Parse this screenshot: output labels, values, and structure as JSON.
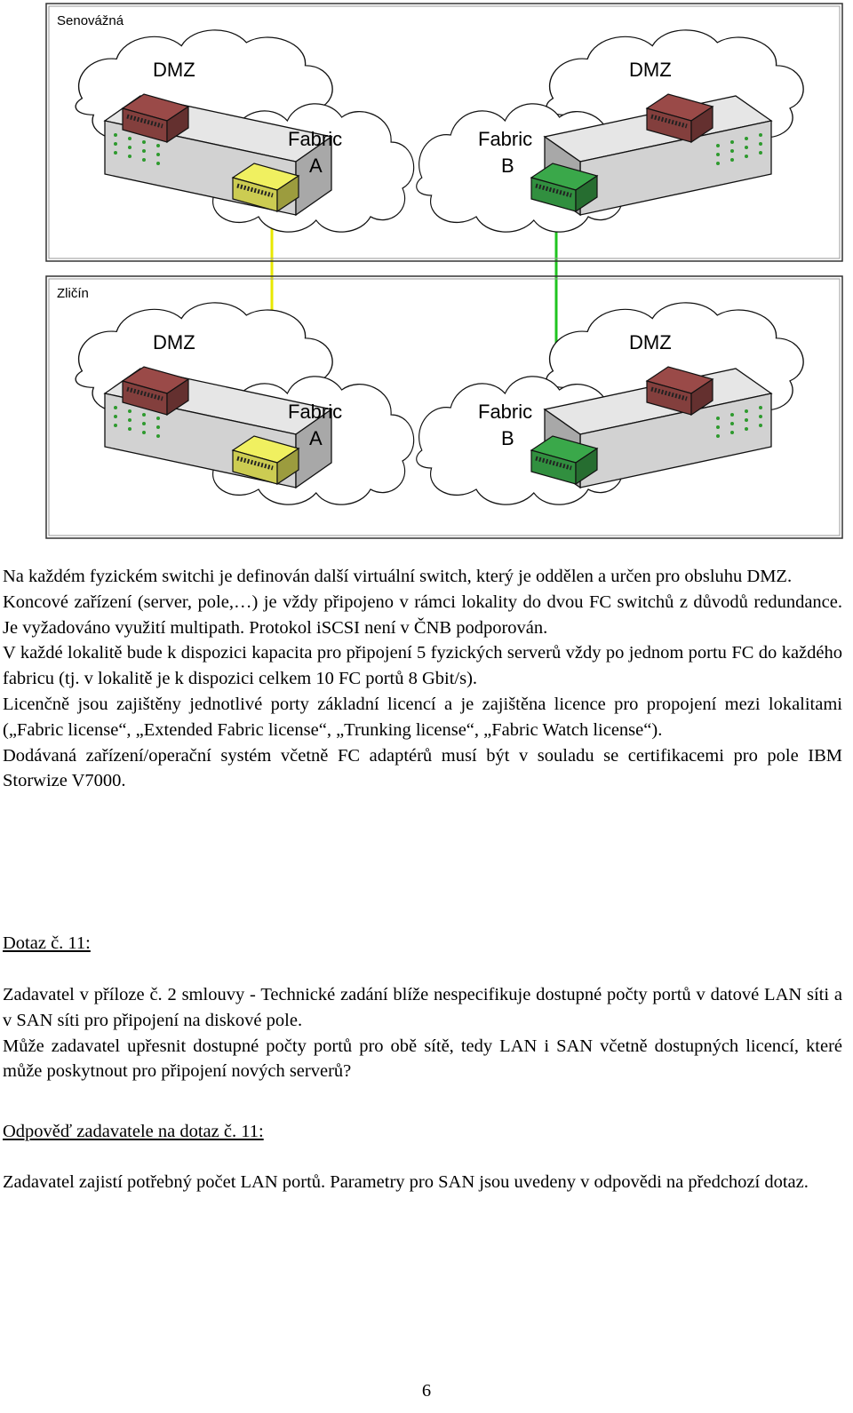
{
  "diagram": {
    "sites": [
      {
        "name": "Senovážná",
        "dmz_left": "DMZ",
        "dmz_right": "DMZ",
        "fabric_a": [
          "Fabric",
          "A"
        ],
        "fabric_b": [
          "Fabric",
          "B"
        ]
      },
      {
        "name": "Zličín",
        "dmz_left": "DMZ",
        "dmz_right": "DMZ",
        "fabric_a": [
          "Fabric",
          "A"
        ],
        "fabric_b": [
          "Fabric",
          "B"
        ]
      }
    ],
    "colors": {
      "fabric_a_switch": "#f0f060",
      "fabric_b_switch": "#3aa84a",
      "dmz_switch": "#9a4a48",
      "fabric_a_link": "#e8e800",
      "fabric_b_link": "#1fc41f"
    }
  },
  "document": {
    "spec_paragraphs": [
      "Na každém fyzickém switchi je definován další virtuální switch, který je oddělen a určen pro obsluhu DMZ.",
      "Koncové zařízení (server, pole,…) je vždy připojeno v rámci lokality do dvou FC switchů z důvodů redundance. Je vyžadováno využití multipath. Protokol iSCSI není v ČNB podporován.",
      "V každé lokalitě bude k dispozici kapacita pro připojení 5 fyzických serverů vždy po jednom portu FC do každého fabricu (tj. v lokalitě je k dispozici celkem 10 FC portů 8 Gbit/s).",
      "Licenčně jsou zajištěny jednotlivé porty základní licencí a je zajištěna licence pro propojení mezi lokalitami („Fabric license“, „Extended Fabric license“, „Trunking license“, „Fabric Watch license“).",
      "Dodávaná zařízení/operační systém včetně FC adaptérů musí být v souladu se certifikacemi pro pole IBM Storwize V7000."
    ],
    "question_heading": "Dotaz č. 11:",
    "question_paragraphs": [
      "Zadavatel v příloze č. 2 smlouvy - Technické zadání blíže nespecifikuje dostupné počty portů v datové LAN síti a v SAN síti pro připojení na diskové pole.",
      "Může zadavatel upřesnit dostupné počty portů pro obě sítě, tedy LAN i SAN včetně dostupných licencí, které může poskytnout pro připojení nových serverů?"
    ],
    "answer_heading": "Odpověď zadavatele na dotaz č. 11:",
    "answer_paragraphs": [
      "Zadavatel zajistí potřebný počet LAN portů. Parametry pro SAN jsou uvedeny v odpovědi na předchozí dotaz."
    ]
  },
  "page_number": "6"
}
